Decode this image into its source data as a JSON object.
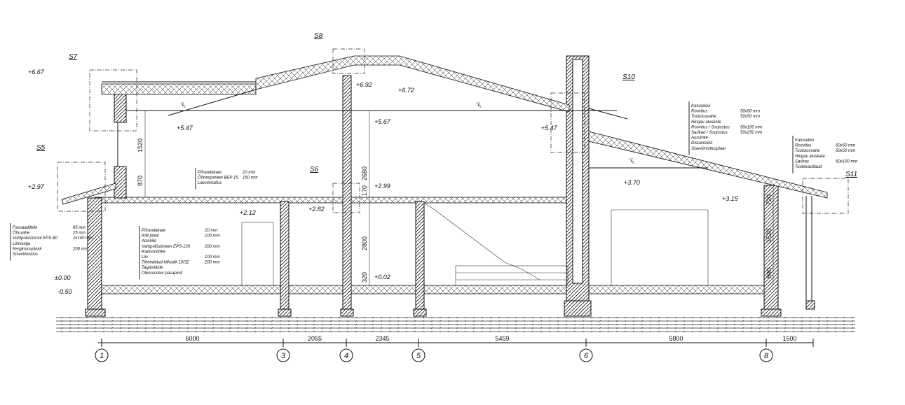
{
  "levels": {
    "l667": "+6.67",
    "l297": "+2.97",
    "l000": "±0.00",
    "lm050": "-0.50",
    "l547a": "+5.47",
    "l692": "+6.92",
    "l672": "+6.72",
    "l567": "+5.67",
    "l547b": "+5.47",
    "l299": "+2.99",
    "l282": "+2.82",
    "l212": "+2.12",
    "l002": "+0.02",
    "l370": "+3.70",
    "l315": "+3.15"
  },
  "section_tags": {
    "s5": "S5",
    "s6": "S6",
    "s7": "S7",
    "s8": "S8",
    "s10": "S10",
    "s11": "S11"
  },
  "vertical_dims": {
    "d1520a": "1520",
    "d870": "870",
    "d2680": "2680",
    "d170": "170",
    "d2800": "2800",
    "d320": "320",
    "d720": "720",
    "d1520b": "1520",
    "d890": "890"
  },
  "angles": {
    "a1": "14°",
    "a2": "14°",
    "a3": "14°"
  },
  "grid": {
    "axes": [
      "1",
      "3",
      "4",
      "5",
      "6",
      "8"
    ],
    "spans": [
      "6000",
      "2055",
      "2345",
      "5459",
      "5800",
      "1500"
    ]
  },
  "notes": {
    "wall": [
      [
        "Fassaadifello",
        "85 mm"
      ],
      [
        "Õhuvahe",
        "25 mm"
      ],
      [
        "Vahtpolüstürool EPS-80",
        "2x100 mm"
      ],
      [
        "Liimisegu",
        ""
      ],
      [
        "Kergkruusplokk",
        "200 mm"
      ],
      [
        "Siseviimistlus",
        ""
      ]
    ],
    "ground_floor": [
      [
        "Põrandakate",
        "20 mm"
      ],
      [
        "R/B plaat",
        "100 mm"
      ],
      [
        "Aluskile",
        ""
      ],
      [
        "Vahtpolüstüreen EPS-120",
        "200 mm"
      ],
      [
        "Radoonitõke",
        ""
      ],
      [
        "Liiv",
        "100 mm"
      ],
      [
        "Tihendatud killustik 16/32",
        "200 mm"
      ],
      [
        "Tagasitäide",
        ""
      ],
      [
        "Olemasolev pasapind",
        ""
      ]
    ],
    "mid_floor": [
      [
        "Põrandakate",
        "20 mm"
      ],
      [
        "Õõnespaneel BEP 15",
        "150 mm"
      ],
      [
        "Laeviimistlus",
        ""
      ]
    ],
    "roof_main": [
      [
        "Katusekivi",
        ""
      ],
      [
        "Roovitus",
        "50x50 mm"
      ],
      [
        "Tuulutusvahe",
        "50x50 mm"
      ],
      [
        "Hingav aluskate",
        ""
      ],
      [
        "Roovitus / Soojustus",
        "50x100 mm"
      ],
      [
        "Sarikad / Soojustus",
        "50x250 mm"
      ],
      [
        "Aurutõke",
        ""
      ],
      [
        "Distantsliist",
        ""
      ],
      [
        "Siseviimistlusplaat",
        ""
      ]
    ],
    "roof_right": [
      [
        "Katusekivi",
        ""
      ],
      [
        "Roovitus",
        "50x50 mm"
      ],
      [
        "Tuulutusvahe",
        "50x50 mm"
      ],
      [
        "Hingav aluskate",
        ""
      ],
      [
        "Sarikas",
        "50x100 mm"
      ],
      [
        "Tuulekastilaud",
        ""
      ]
    ]
  }
}
